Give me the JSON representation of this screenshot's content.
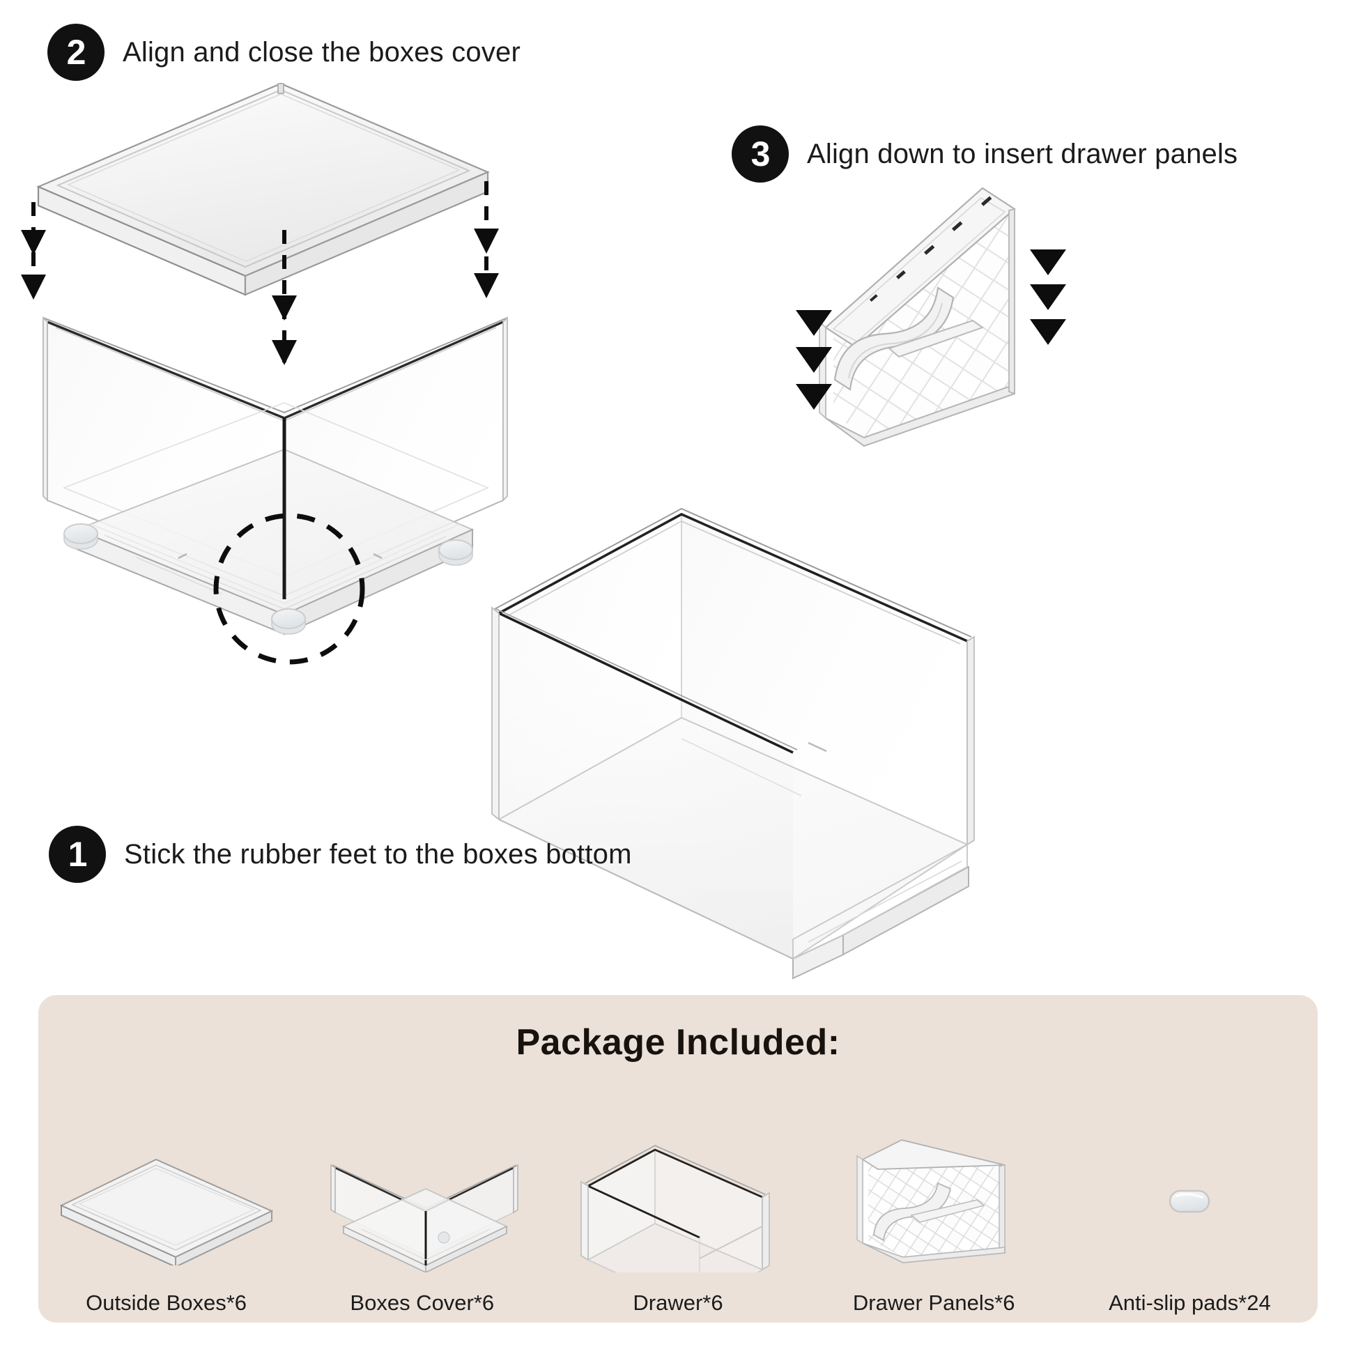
{
  "steps": [
    {
      "number": "1",
      "text": "Stick the rubber feet to the boxes bottom"
    },
    {
      "number": "2",
      "text": "Align and close the boxes cover"
    },
    {
      "number": "3",
      "text": "Align down to insert drawer panels"
    }
  ],
  "package": {
    "title": "Package Included:",
    "items": [
      {
        "label": "Outside Boxes*6",
        "icon": "box-cover-lid-icon"
      },
      {
        "label": "Boxes Cover*6",
        "icon": "outer-box-icon"
      },
      {
        "label": "Drawer*6",
        "icon": "drawer-icon"
      },
      {
        "label": "Drawer Panels*6",
        "icon": "drawer-panel-icon"
      },
      {
        "label": "Anti-slip pads*24",
        "icon": "anti-slip-pad-icon"
      }
    ]
  },
  "colors": {
    "background": "#ffffff",
    "badge": "#111111",
    "badge_text": "#ffffff",
    "caption_text": "#1b1b1b",
    "package_panel": "#EBE1D9",
    "package_title": "#17120e",
    "acrylic_edge": "#2b2b2b",
    "acrylic_fill": "#f7f7f7",
    "pad_fill": "#e8eaec"
  },
  "illustration": {
    "step2_parts": [
      "box-cover-lid",
      "outside-box"
    ],
    "step2_arrow_count": 3,
    "step1_highlight": "dashed-circle-callout",
    "step1_feet_count": 3,
    "step3_parts": [
      "drawer-panel"
    ],
    "step3_arrow_groups": 2,
    "step3_arrows_per_group": 3,
    "drawer_part": "drawer"
  }
}
